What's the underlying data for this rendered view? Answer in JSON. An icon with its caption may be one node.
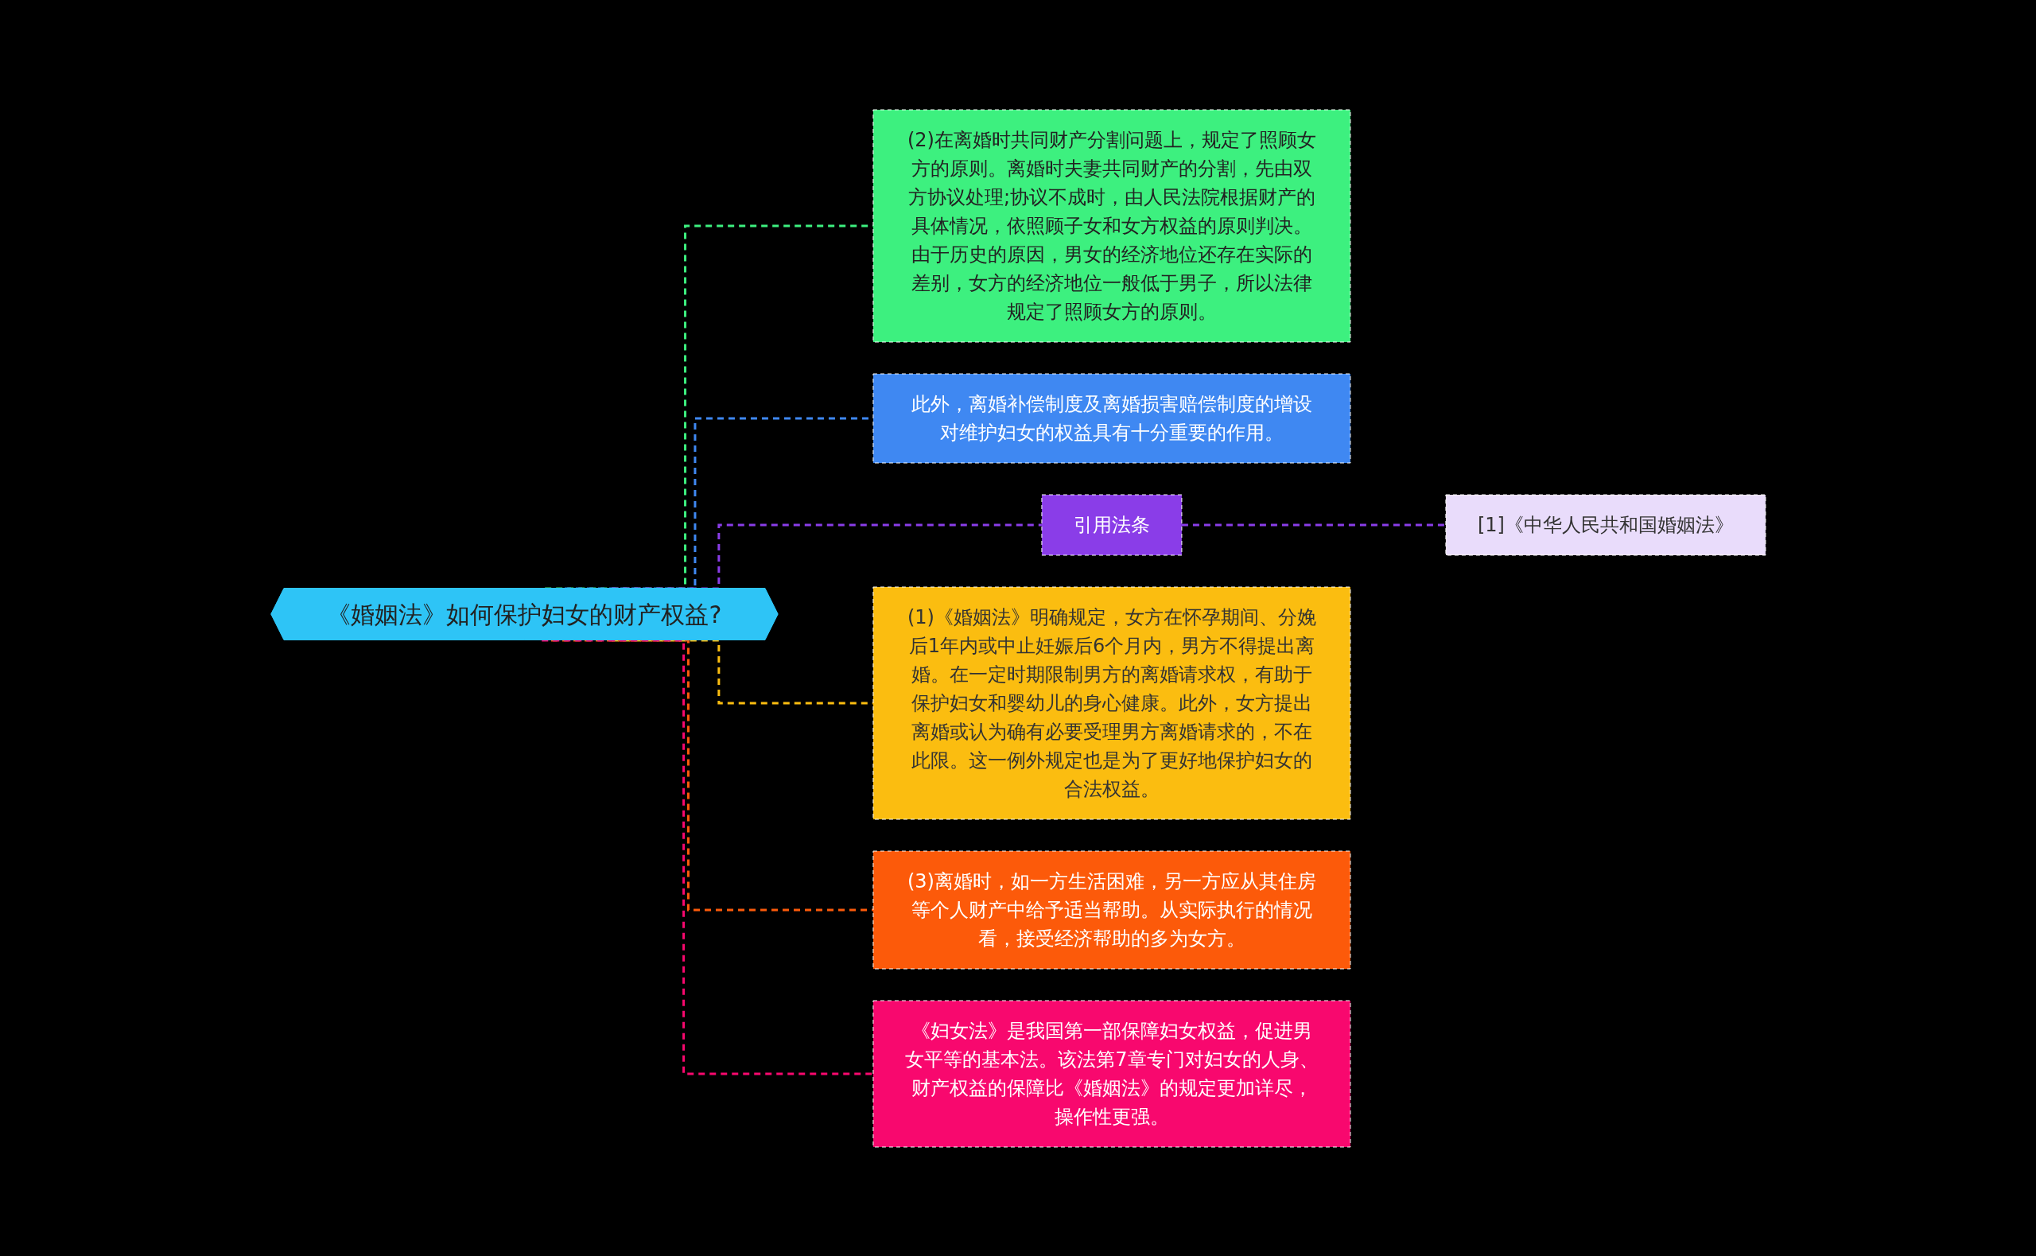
{
  "diagram": {
    "nodes": [
      {
        "text": [
          "《婚姻法》如何保护妇女的财产权益?"
        ]
      },
      {
        "text": [
          "(2)在离婚时共同财产分割问题上，规定了照顾女方的原则。离婚时夫妻共同财产的分割，先由双方协议处理;协议不成时，由人民法院根据财产的具体情况，依照顾子女和女方权益的原则判决。由于历史的原因，男女的经济地位还存在实际的差别，女方的经济地位一般低于男子，所以法律规定了照顾女方的原则。"
        ]
      },
      {
        "text": [
          "此外，离婚补偿制度及离婚损害赔偿制度的增设对维护妇女的权益具有十分重要的作用。"
        ]
      },
      {
        "text": [
          "引用法条"
        ]
      },
      {
        "text": [
          "[1]《中华人民共和国婚姻法》"
        ]
      },
      {
        "text": [
          "(1)《婚姻法》明确规定，女方在怀孕期间、分娩后1年内或中止妊娠后6个月内，男方不得提出离婚。在一定时期限制男方的离婚请求权，有助于保护妇女和婴幼儿的身心健康。此外，女方提出离婚或认为确有必要受理男方离婚请求的，不在此限。这一例外规定也是为了更好地保护妇女的合法权益。"
        ]
      },
      {
        "text": [
          "(3)离婚时，如一方生活困难，另一方应从其住房等个人财产中给予适当帮助。从实际执行的情况看，接受经济帮助的多为女方。"
        ]
      },
      {
        "text": [
          "《妇女法》是我国第一部保障妇女权益，促进男女平等的基本法。该法第7章专门对妇女的人身、财产权益的保障比《婚姻法》的规定更加详尽，操作性更强。"
        ]
      }
    ],
    "edges": [
      {
        "from": 0,
        "to": 1,
        "arrow": "none",
        "style": "dashed",
        "color": "#3df07f"
      },
      {
        "from": 0,
        "to": 2,
        "arrow": "none",
        "style": "dashed",
        "color": "#3f88f2"
      },
      {
        "from": 0,
        "to": 3,
        "arrow": "none",
        "style": "dashed",
        "color": "#8a3de8"
      },
      {
        "from": 3,
        "to": 4,
        "arrow": "none",
        "style": "dashed",
        "color": "#8a3de8"
      },
      {
        "from": 0,
        "to": 5,
        "arrow": "none",
        "style": "dashed",
        "color": "#fbbd10"
      },
      {
        "from": 0,
        "to": 6,
        "arrow": "none",
        "style": "dashed",
        "color": "#fc5a0a"
      },
      {
        "from": 0,
        "to": 7,
        "arrow": "none",
        "style": "dashed",
        "color": "#f8086e"
      }
    ]
  }
}
